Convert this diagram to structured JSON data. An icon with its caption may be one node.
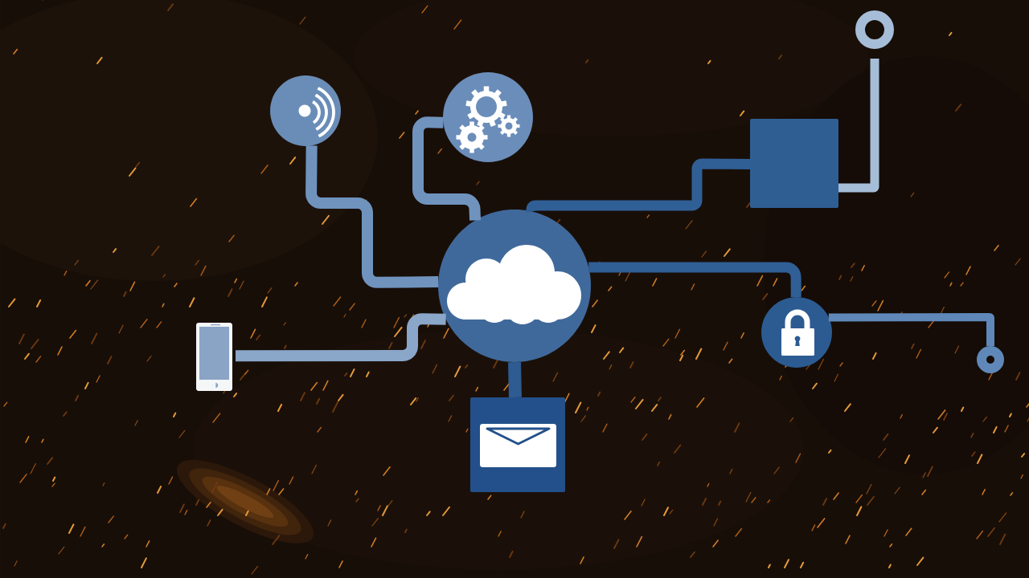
{
  "diagram": {
    "nodes": [
      {
        "text": [],
        "shape": "circle"
      },
      {
        "text": [],
        "shape": "circle"
      },
      {
        "text": [],
        "shape": "circle"
      },
      {
        "text": [],
        "shape": "box"
      },
      {
        "text": [],
        "shape": "circle"
      },
      {
        "text": [],
        "shape": "circle"
      },
      {
        "text": [],
        "shape": "circle"
      },
      {
        "text": [],
        "shape": "picture"
      },
      {
        "text": [],
        "shape": "box"
      }
    ],
    "edges": [
      {
        "from": 0,
        "to": 1,
        "arrow": "none",
        "color": "#6f93bd"
      },
      {
        "from": 0,
        "to": 2,
        "arrow": "none",
        "color": "#6f93bd"
      },
      {
        "from": 0,
        "to": 3,
        "arrow": "none",
        "color": "#2f5f95"
      },
      {
        "from": 3,
        "to": 4,
        "arrow": "none",
        "color": "#a6bdd8"
      },
      {
        "from": 0,
        "to": 5,
        "arrow": "none",
        "color": "#2f5f95"
      },
      {
        "from": 5,
        "to": 6,
        "arrow": "none",
        "color": "#5f88b9"
      },
      {
        "from": 0,
        "to": 7,
        "arrow": "none",
        "color": "#8aa6c9"
      },
      {
        "from": 0,
        "to": 8,
        "arrow": "none",
        "color": "#2d5b92"
      }
    ]
  }
}
